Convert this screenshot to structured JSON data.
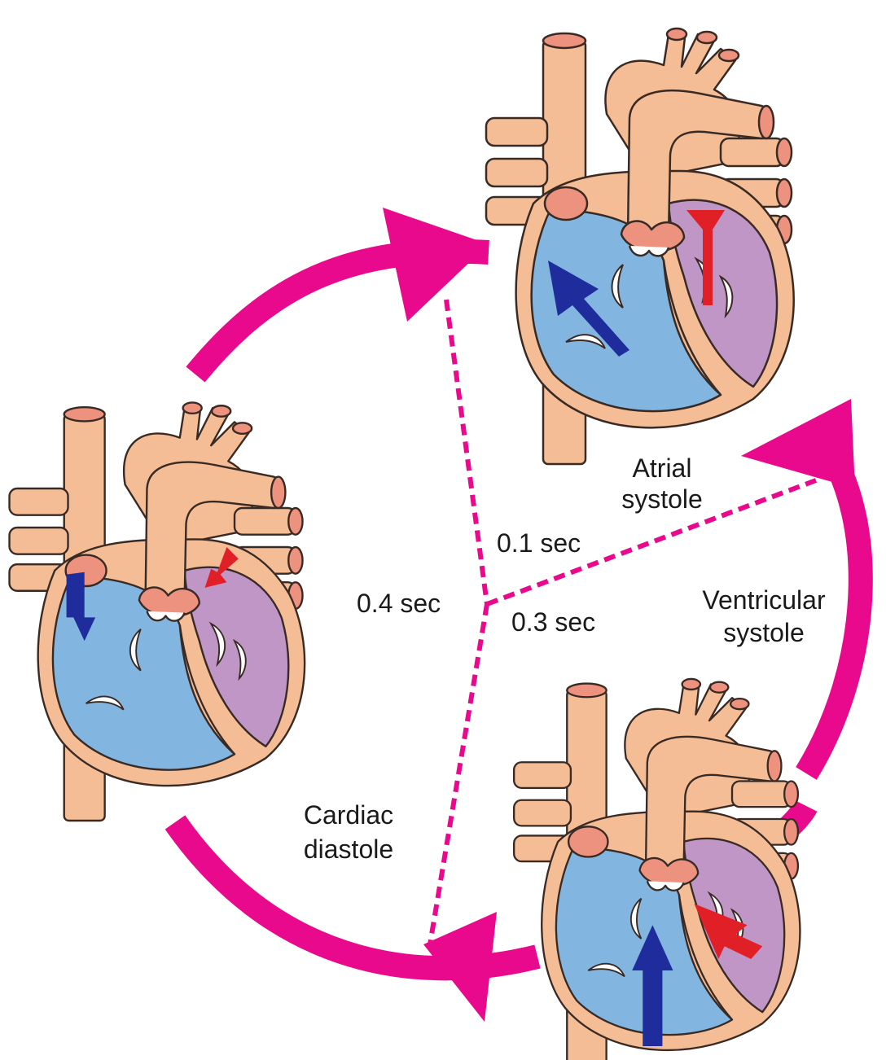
{
  "phases": {
    "atrial": {
      "line1": "Atrial",
      "line2": "systole",
      "duration": "0.1 sec"
    },
    "ventricular": {
      "line1": "Ventricular",
      "line2": "systole",
      "duration": "0.3 sec"
    },
    "diastole": {
      "line1": "Cardiac",
      "line2": "diastole",
      "duration": "0.4 sec"
    }
  },
  "colors": {
    "cycle_arrow": "#e8098c",
    "divider": "#e8098c",
    "vessel": "#f4bd96",
    "vessel_end": "#ee9280",
    "outline": "#3a2a24",
    "right_side": "#82b6e0",
    "left_side": "#bf96c6",
    "deoxygenated_arrow": "#1f2d9c",
    "oxygenated_arrow": "#e01f26",
    "valve": "#ffffff"
  }
}
